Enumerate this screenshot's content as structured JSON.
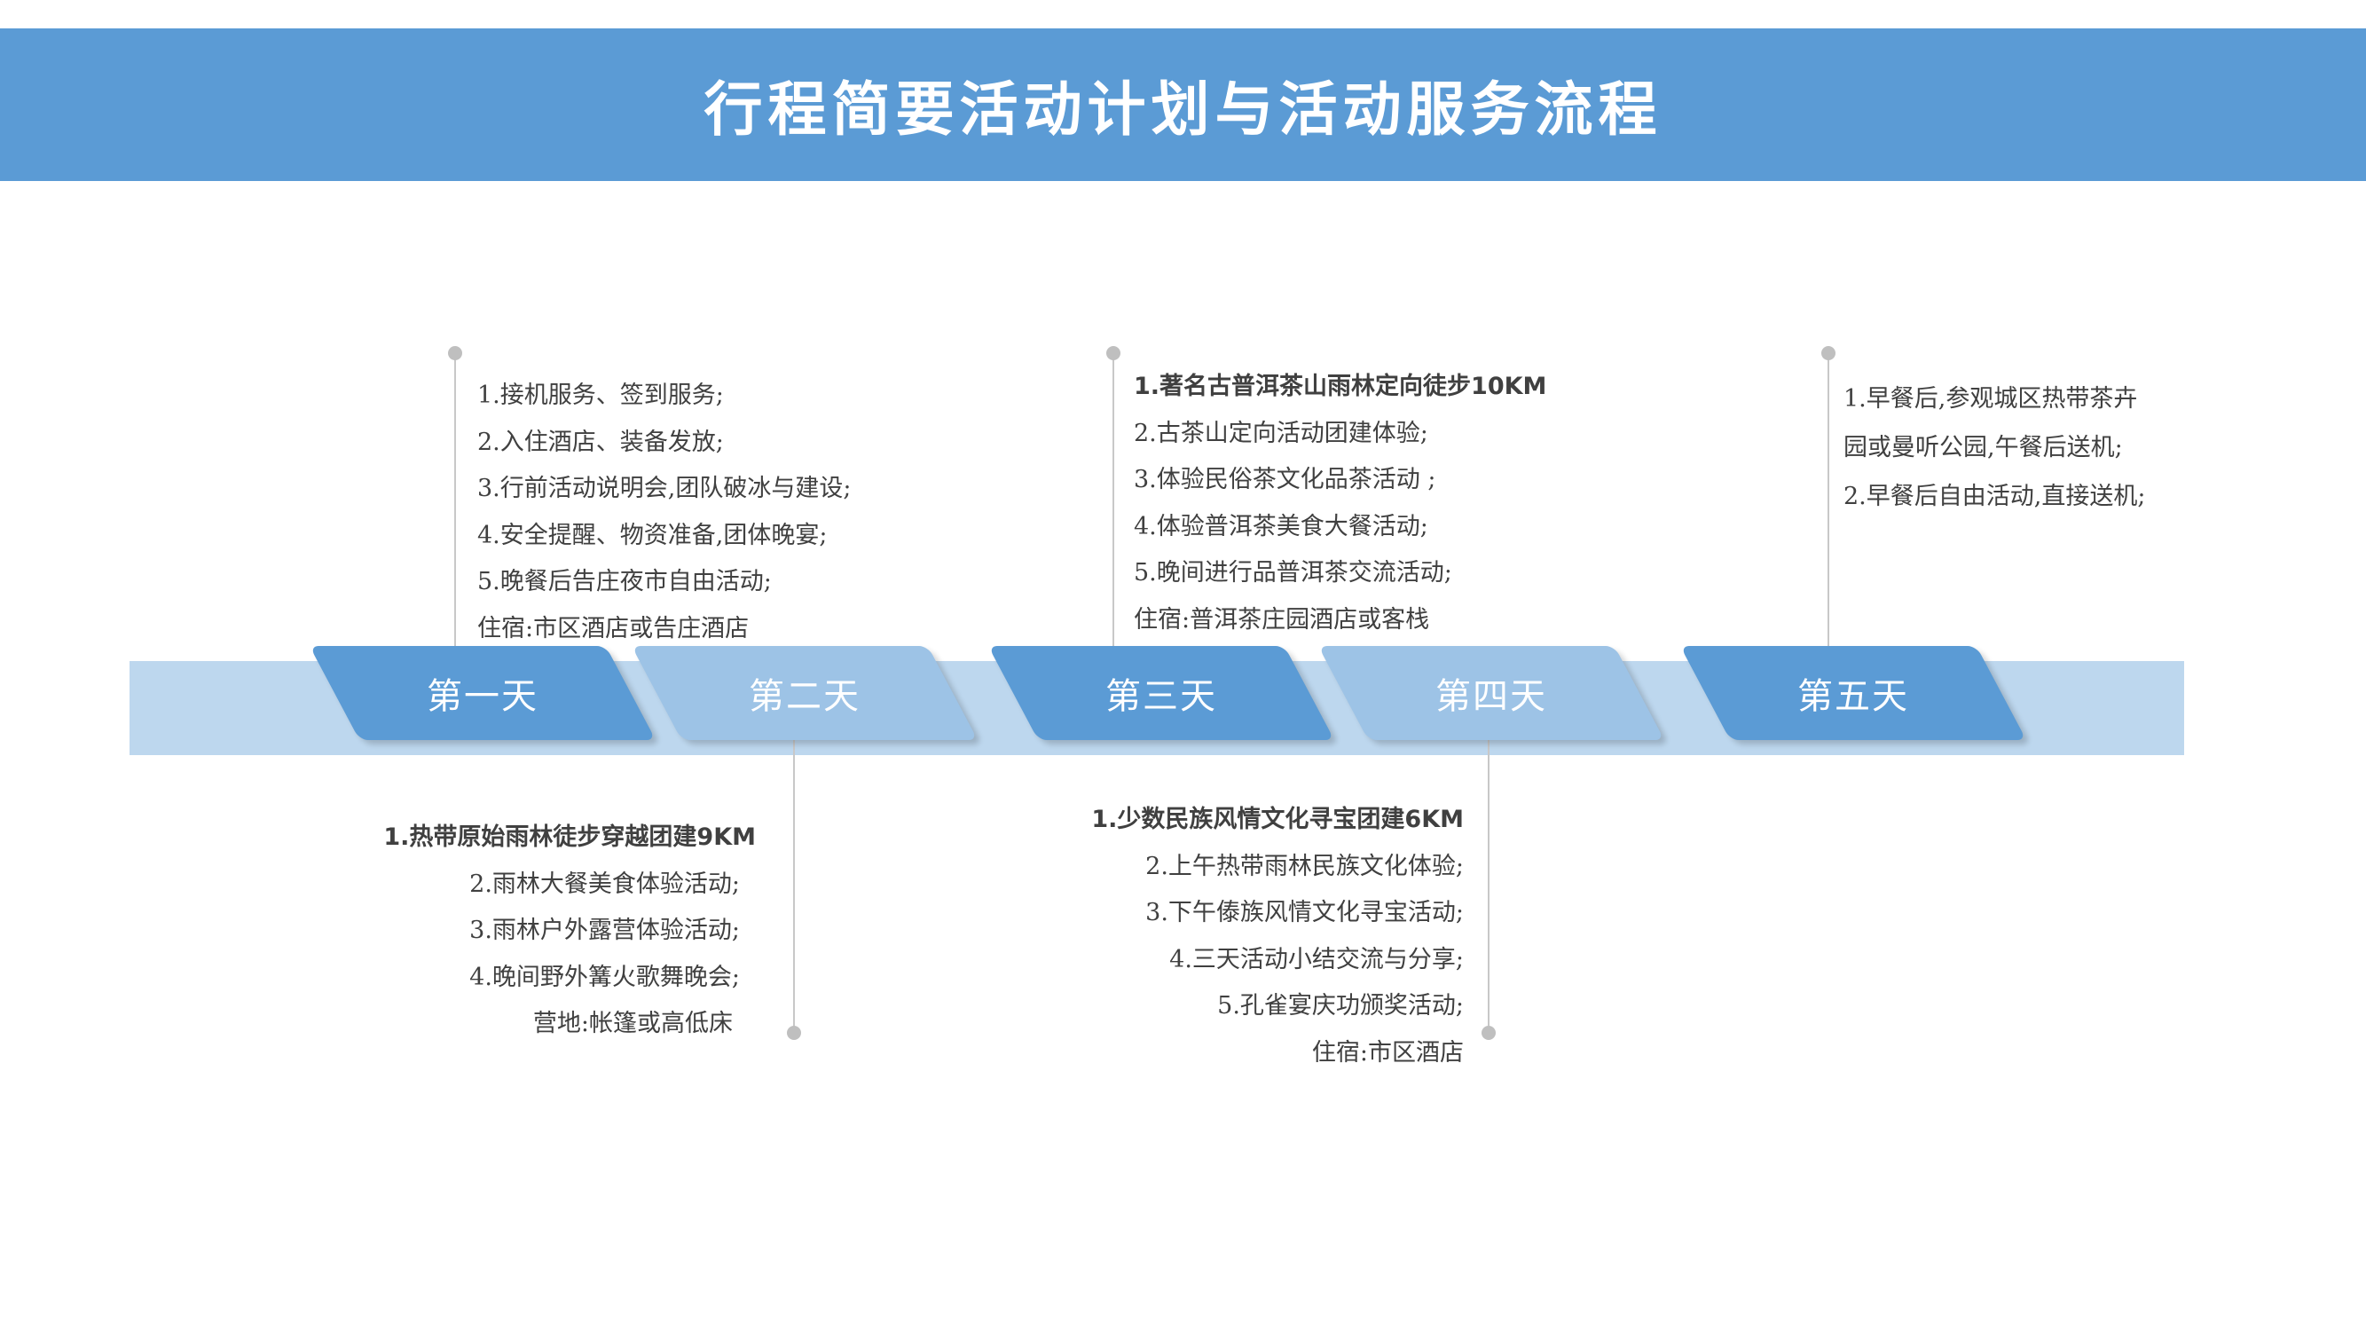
{
  "title": "行程简要活动计划与活动服务流程",
  "days": [
    {
      "label": "第一天"
    },
    {
      "label": "第二天"
    },
    {
      "label": "第三天"
    },
    {
      "label": "第四天"
    },
    {
      "label": "第五天"
    }
  ],
  "day1": {
    "lines": [
      "1.接机服务、签到服务;",
      "2.入住酒店、装备发放;",
      "3.行前活动说明会,团队破冰与建设;",
      "4.安全提醒、物资准备,团体晚宴;",
      "5.晚餐后告庄夜市自由活动;",
      "住宿:市区酒店或告庄酒店"
    ]
  },
  "day2": {
    "lines": [
      "1.热带原始雨林徒步穿越团建9KM",
      "2.雨林大餐美食体验活动;",
      "3.雨林户外露营体验活动;",
      "4.晚间野外篝火歌舞晚会;",
      "营地:帐篷或高低床"
    ]
  },
  "day3": {
    "lines": [
      "1.著名古普洱茶山雨林定向徒步10KM",
      "2.古茶山定向活动团建体验;",
      "3.体验民俗茶文化品茶活动 ;",
      "4.体验普洱茶美食大餐活动;",
      "5.晚间进行品普洱茶交流活动;",
      "住宿:普洱茶庄园酒店或客栈"
    ]
  },
  "day4": {
    "lines": [
      "1.少数民族风情文化寻宝团建6KM",
      "2.上午热带雨林民族文化体验;",
      "3.下午傣族风情文化寻宝活动;",
      "4.三天活动小结交流与分享;",
      "5.孔雀宴庆功颁奖活动;",
      "住宿:市区酒店"
    ]
  },
  "day5": {
    "lines": [
      "1.早餐后,参观城区热带茶卉",
      "园或曼听公园,午餐后送机;",
      "2.早餐后自由活动,直接送机;"
    ]
  }
}
